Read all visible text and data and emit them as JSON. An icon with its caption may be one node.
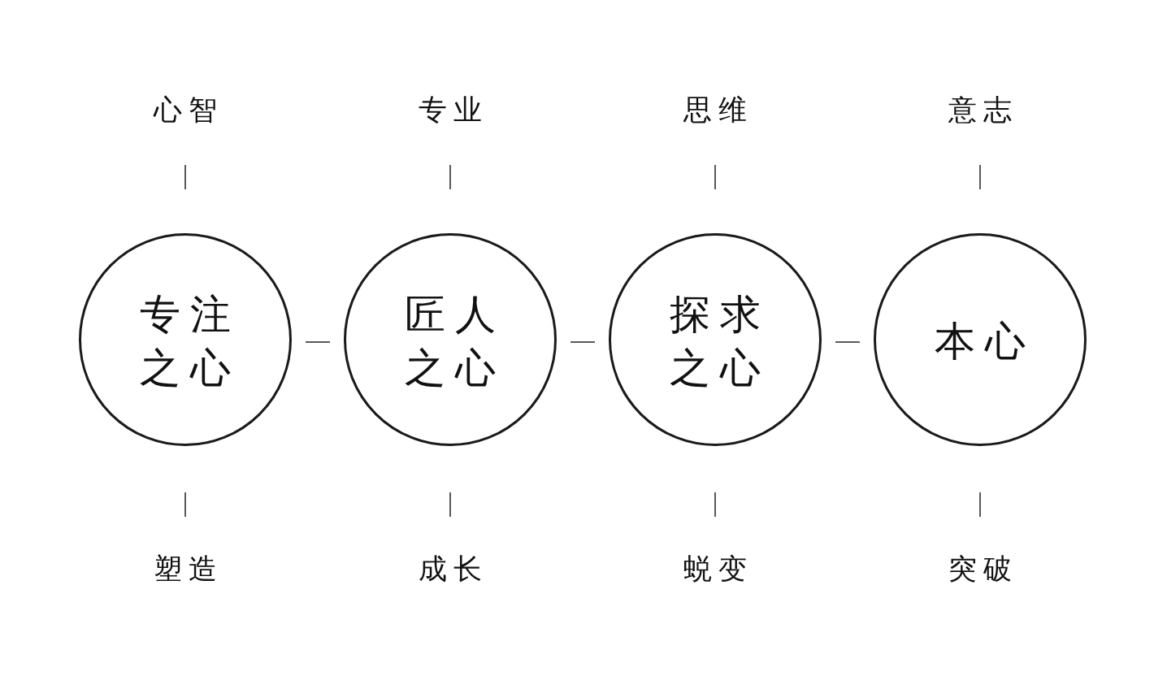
{
  "diagram": {
    "nodes": [
      {
        "text": [
          "专注之心"
        ],
        "beside": [
          "心智",
          "塑造"
        ]
      },
      {
        "text": [
          "匠人之心"
        ],
        "beside": [
          "专业",
          "成长"
        ]
      },
      {
        "text": [
          "探求之心"
        ],
        "beside": [
          "思维",
          "蜕变"
        ]
      },
      {
        "text": [
          "本心"
        ],
        "beside": [
          "意志",
          "突破"
        ]
      }
    ],
    "edges": [
      {
        "from": 0,
        "to": 1,
        "arrow": "none"
      },
      {
        "from": 1,
        "to": 2,
        "arrow": "none"
      },
      {
        "from": 2,
        "to": 3,
        "arrow": "none"
      }
    ]
  }
}
